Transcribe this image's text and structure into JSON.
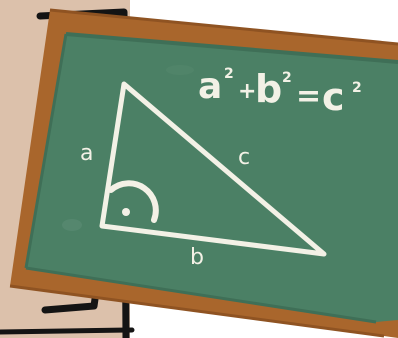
{
  "colors": {
    "wall": "#dcc1ab",
    "outline": "#141414",
    "frame": "#a9662c",
    "frame_dark": "#5d3512",
    "board": "#4b8065",
    "board_dark": "#3f6f57",
    "chalk": "#f3f1e6"
  },
  "chalkboard": {
    "formula": {
      "a": "a",
      "exp1": "2",
      "plus": "+",
      "b": "b",
      "exp2": "2",
      "equals": "=",
      "c": "c",
      "exp3": "2"
    },
    "triangle": {
      "label_a": "a",
      "label_b": "b",
      "label_c": "c",
      "right_angle_marker": "right-angle-icon"
    }
  }
}
